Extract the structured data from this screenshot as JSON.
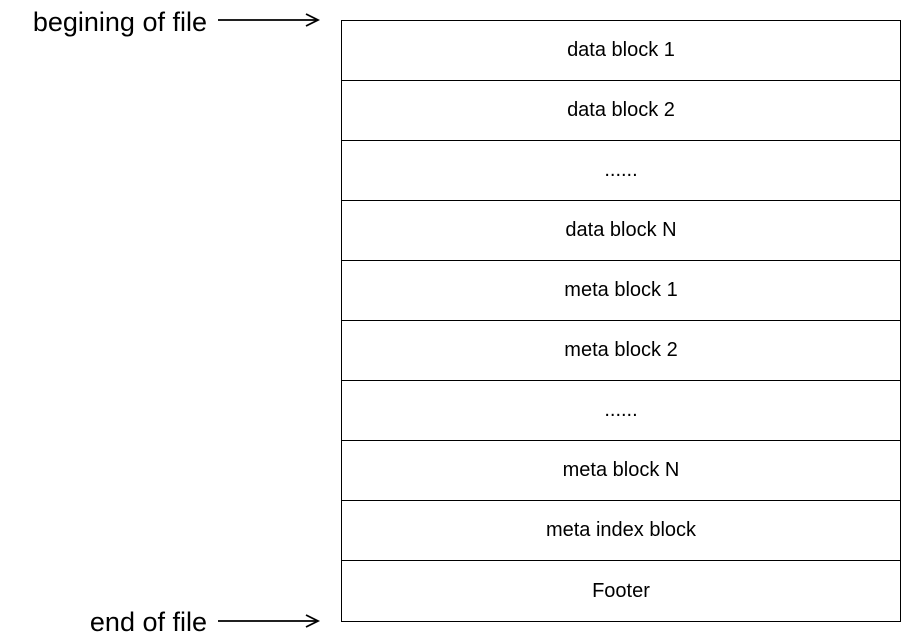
{
  "labels": {
    "begin": "begining of file",
    "end": "end of file"
  },
  "blocks": [
    "data block 1",
    "data block 2",
    "......",
    "data block N",
    "meta block 1",
    "meta block 2",
    "......",
    "meta block N",
    "meta index block",
    "Footer"
  ]
}
